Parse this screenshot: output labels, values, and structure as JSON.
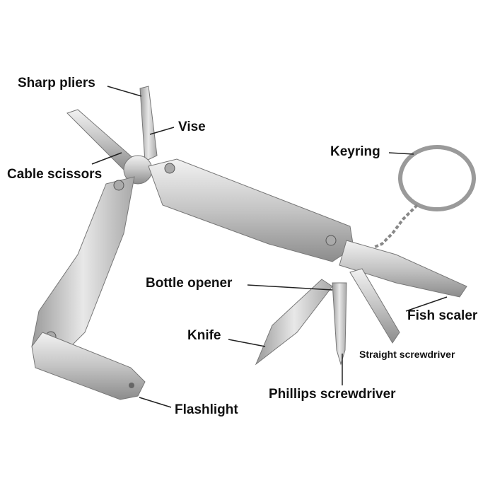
{
  "labels": {
    "sharp_pliers": "Sharp pliers",
    "vise": "Vise",
    "cable_scissors": "Cable scissors",
    "keyring": "Keyring",
    "bottle_opener": "Bottle opener",
    "fish_scaler": "Fish scaler",
    "knife": "Knife",
    "straight_screwdriver": "Straight screwdriver",
    "phillips_screwdriver": "Phillips screwdriver",
    "flashlight": "Flashlight"
  }
}
